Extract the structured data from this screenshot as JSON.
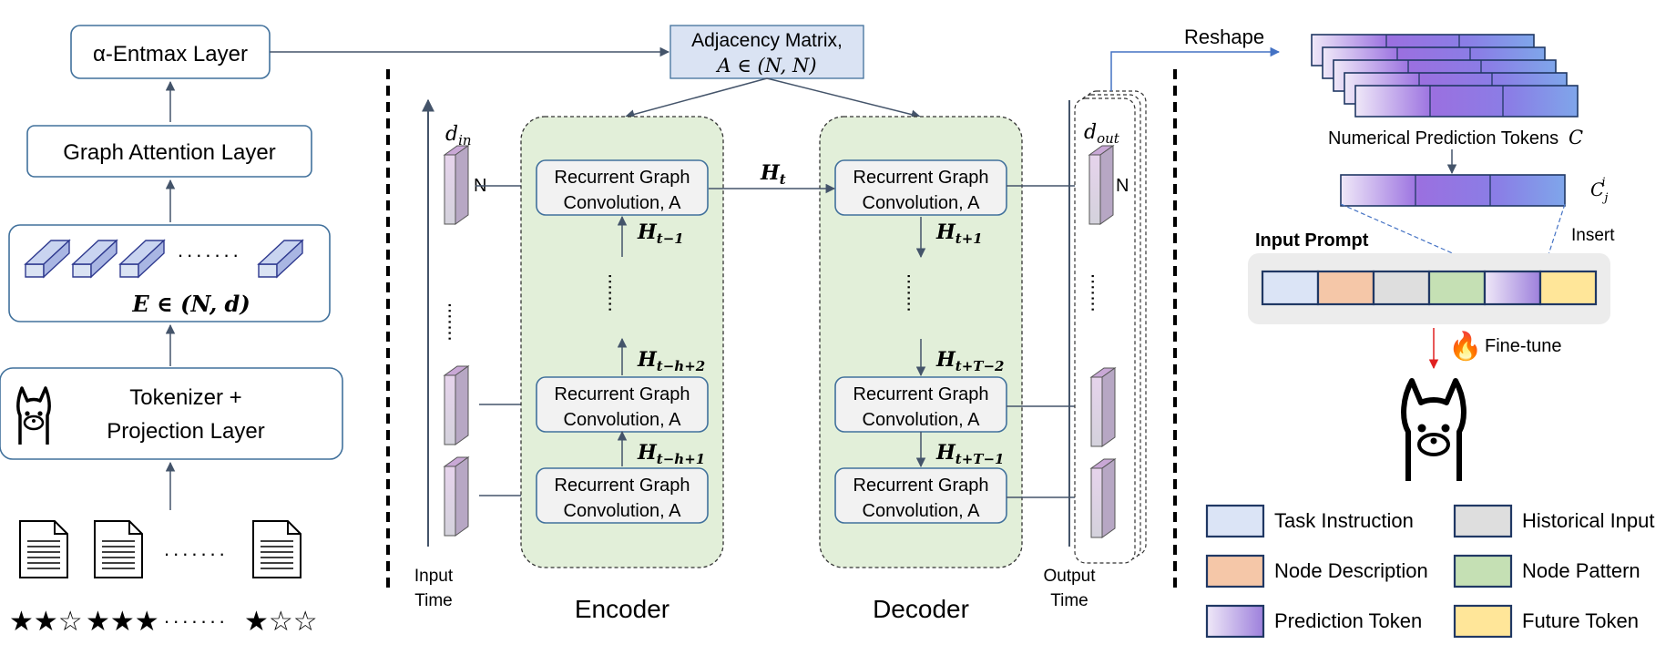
{
  "left": {
    "entmax_label": "α-Entmax Layer",
    "gat_label": "Graph Attention Layer",
    "embedding_dots": ".......",
    "embedding_label": "E ∈ (N, d)",
    "tokenizer_line1": "Tokenizer +",
    "tokenizer_line2": "Projection Layer",
    "doc_dots": ".......",
    "ratings": [
      "★★☆",
      "★★★",
      "★☆☆"
    ],
    "rating_dots": "......."
  },
  "adjacency": {
    "line1": "Adjacency Matrix,",
    "line2": "A ∈ (N, N)"
  },
  "input_col": {
    "dim_label": "d",
    "dim_sub": "in",
    "node_label": "N",
    "time_line1": "Input",
    "time_line2": "Time"
  },
  "encoder": {
    "title": "Encoder",
    "cell_line1": "Recurrent Graph",
    "cell_line2": "Convolution, A",
    "h_labels": [
      {
        "base": "H",
        "sub": "t−1"
      },
      {
        "base": "H",
        "sub": "t−h+2"
      },
      {
        "base": "H",
        "sub": "t−h+1"
      }
    ]
  },
  "ht_label": {
    "base": "H",
    "sub": "t"
  },
  "decoder": {
    "title": "Decoder",
    "cell_line1": "Recurrent Graph",
    "cell_line2": "Convolution, A",
    "h_labels": [
      {
        "base": "H",
        "sub": "t+1"
      },
      {
        "base": "H",
        "sub": "t+T−2"
      },
      {
        "base": "H",
        "sub": "t+T−1"
      }
    ]
  },
  "output_col": {
    "dim_label": "d",
    "dim_sub": "out",
    "node_label": "N",
    "time_line1": "Output",
    "time_line2": "Time"
  },
  "right": {
    "reshape_label": "Reshape",
    "tokens_label": "Numerical Prediction Tokens",
    "tokens_symbol": "C",
    "token_i_symbol": "C",
    "token_i_sub": "j",
    "token_i_sup": "i",
    "insert_label": "Insert",
    "prompt_title": "Input Prompt",
    "finetune_label": "Fine-tune",
    "fire_icon": "🔥"
  },
  "legend": [
    {
      "label": "Task Instruction",
      "color": "#dbe4f6"
    },
    {
      "label": "Historical Input",
      "color": "#dedede"
    },
    {
      "label": "Node Description",
      "color": "#f5c7a8"
    },
    {
      "label": "Node Pattern",
      "color": "#c5e0b4"
    },
    {
      "label": "Prediction Token",
      "color": "gradient"
    },
    {
      "label": "Future Token",
      "color": "#ffe699"
    }
  ],
  "colors": {
    "box_border": "#41719c",
    "green_fill": "#e2efd9",
    "adjacency_fill": "#dae3f3",
    "dark_border": "#203864",
    "gradient_from": "#e8dff5",
    "gradient_mid": "#8b66e0",
    "gradient_to": "#7fa6ea",
    "arrow": "#44546a"
  }
}
